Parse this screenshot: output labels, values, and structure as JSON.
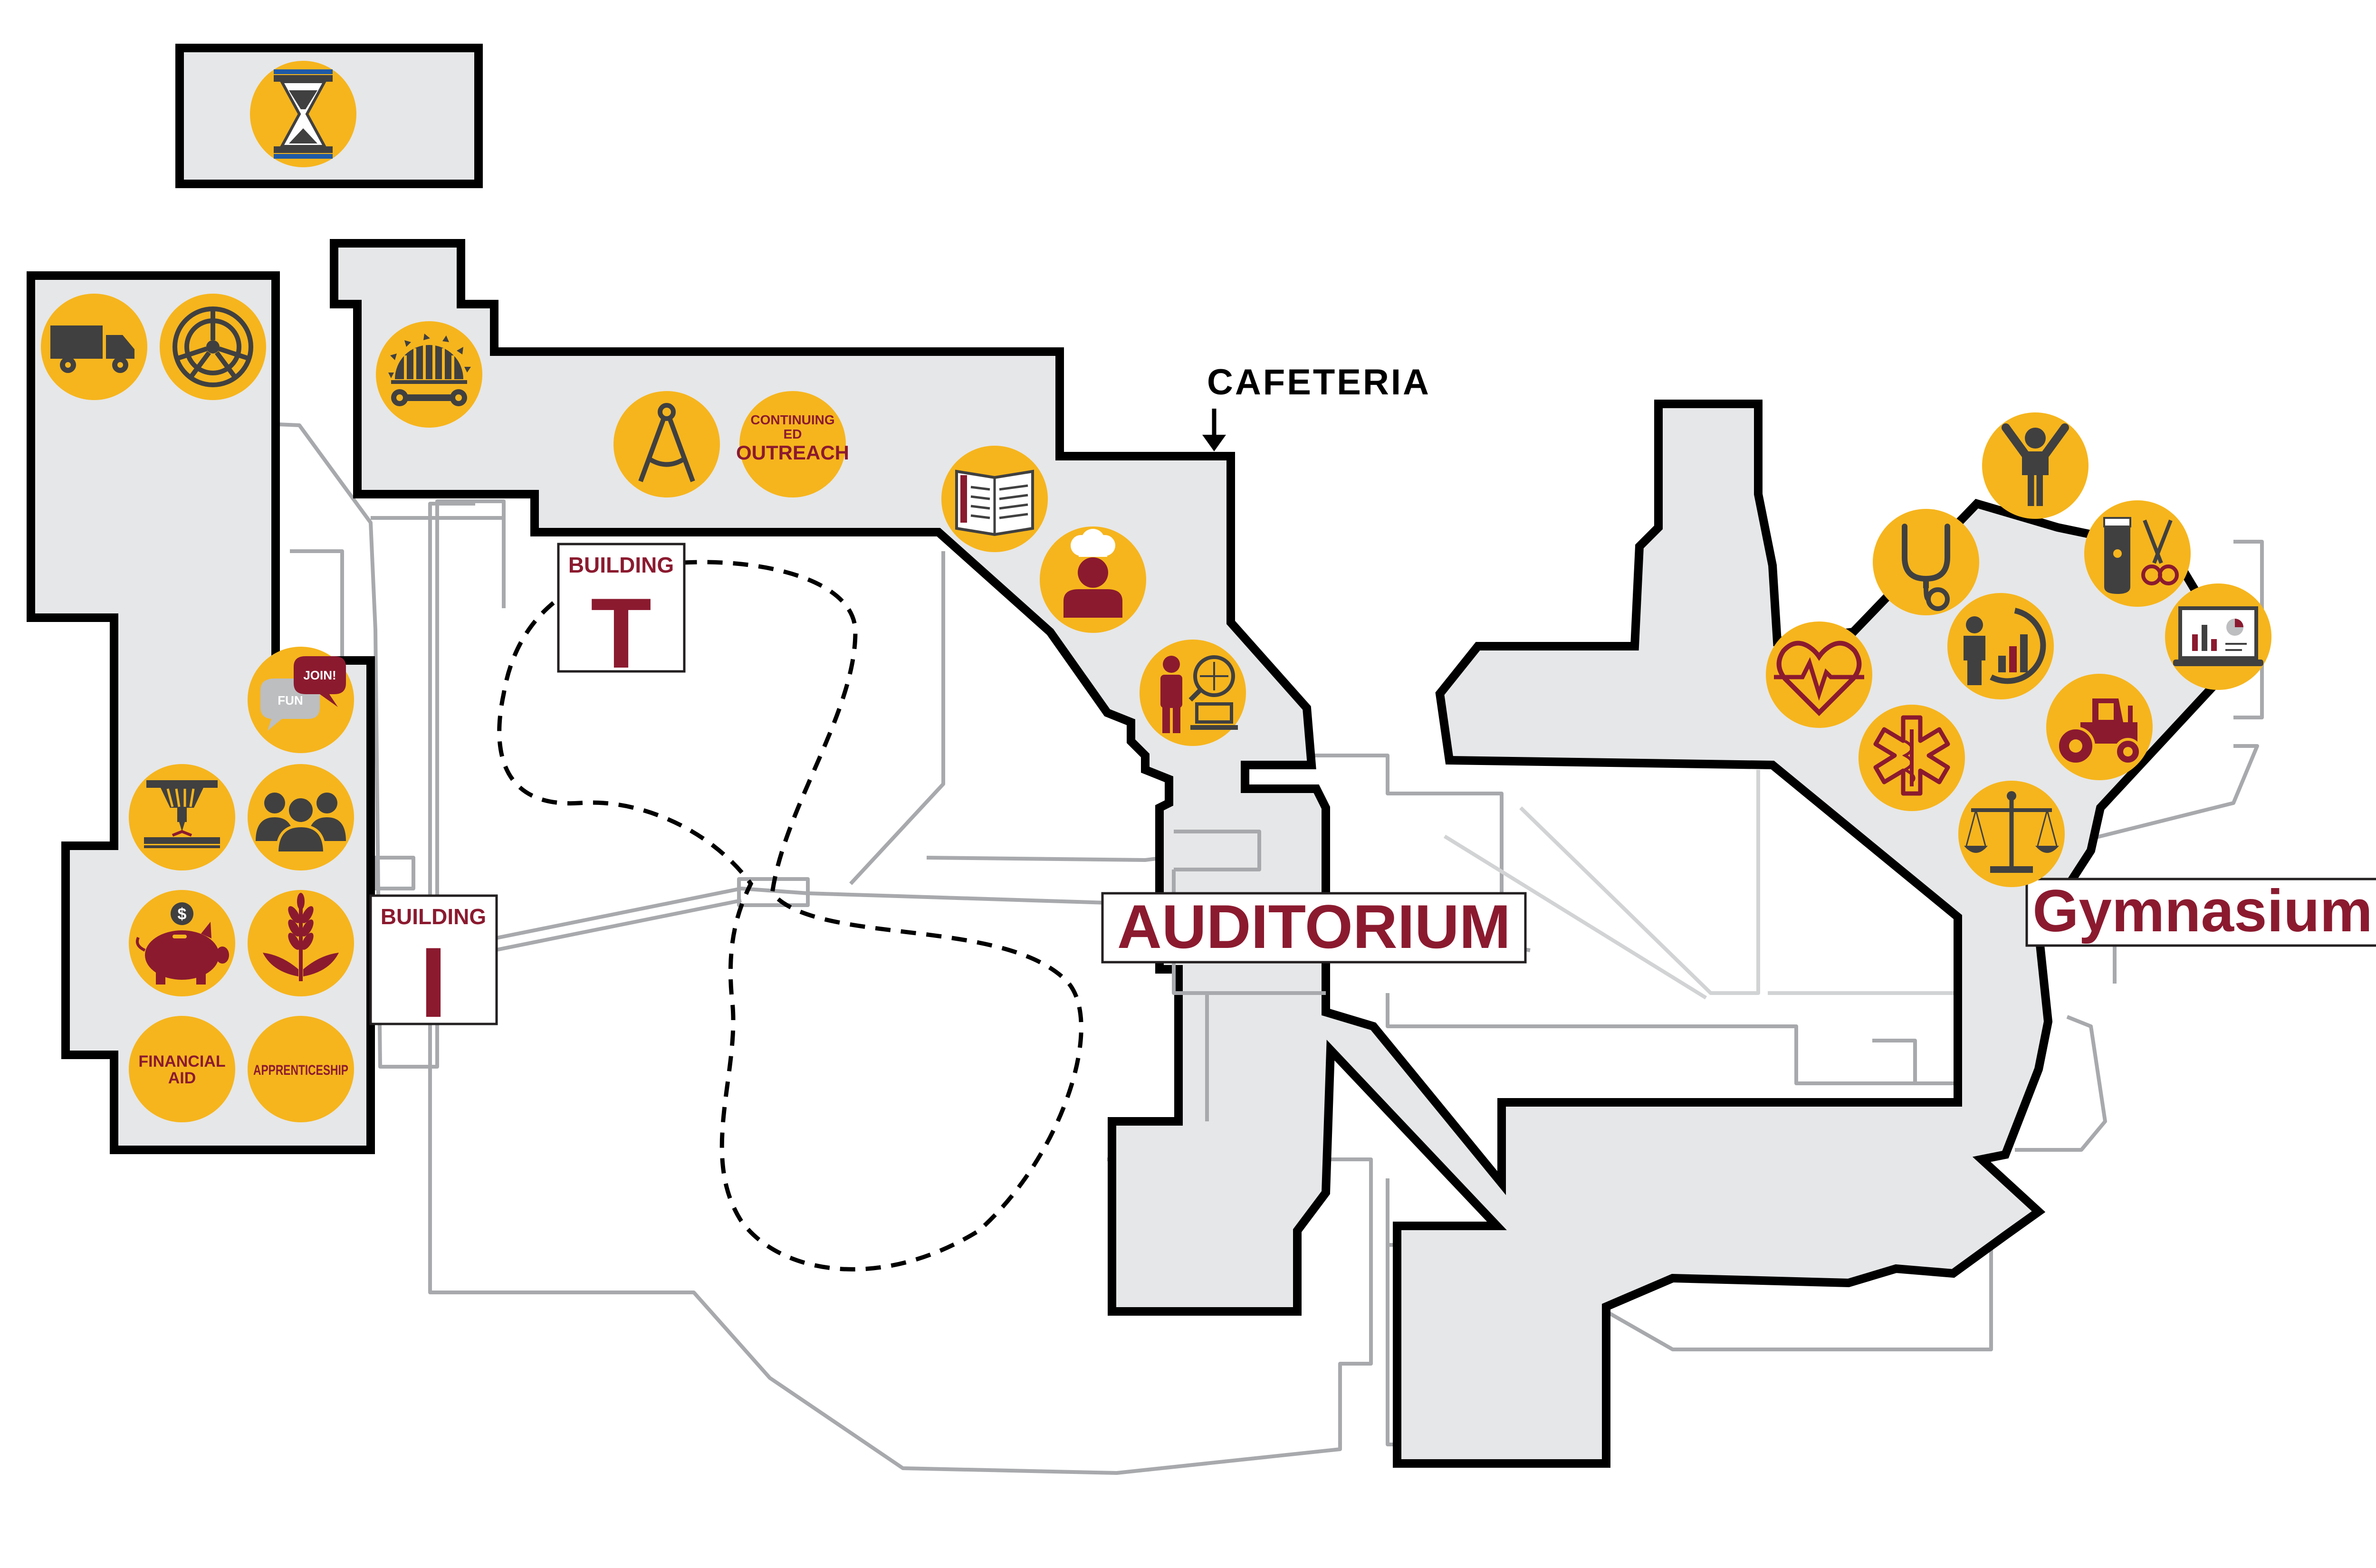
{
  "labels": {
    "cafeteria": "CAFETERIA",
    "auditorium": "AUDITORIUM",
    "gymnasium": "Gymnasium",
    "building_t": {
      "word": "BUILDING",
      "letter": "T"
    },
    "building_i": {
      "word": "BUILDING",
      "letter": "I"
    }
  },
  "icon_text": {
    "continuing_ed": [
      "CONTINUING",
      "ED",
      "OUTREACH"
    ],
    "financial_aid": [
      "FINANCIAL",
      "AID"
    ],
    "apprenticeship": "APPRENTICESHIP",
    "join": "JOIN!",
    "fun": "FUN"
  },
  "icons": [
    "hourglass-icon",
    "truck-icon",
    "wheel-icon",
    "saw-wrench-icon",
    "compass-icon",
    "continuing-ed-outreach-icon",
    "book-icon",
    "chef-icon",
    "researcher-icon",
    "chat-bubbles-icon",
    "cnc-machine-icon",
    "group-icon",
    "piggy-bank-icon",
    "wheat-icon",
    "financial-aid-icon",
    "apprenticeship-icon",
    "person-arms-up-icon",
    "stethoscope-icon",
    "clippers-scissors-icon",
    "laptop-chart-icon",
    "heartbeat-icon",
    "business-growth-icon",
    "star-of-life-icon",
    "tractor-icon",
    "scales-of-justice-icon"
  ],
  "colors": {
    "icon_fill": "#f6b51d",
    "label_maroon": "#8b1a2f",
    "building_fill": "#e6e7e8",
    "outline": "#000000",
    "walkway": "#a7a9ac"
  }
}
